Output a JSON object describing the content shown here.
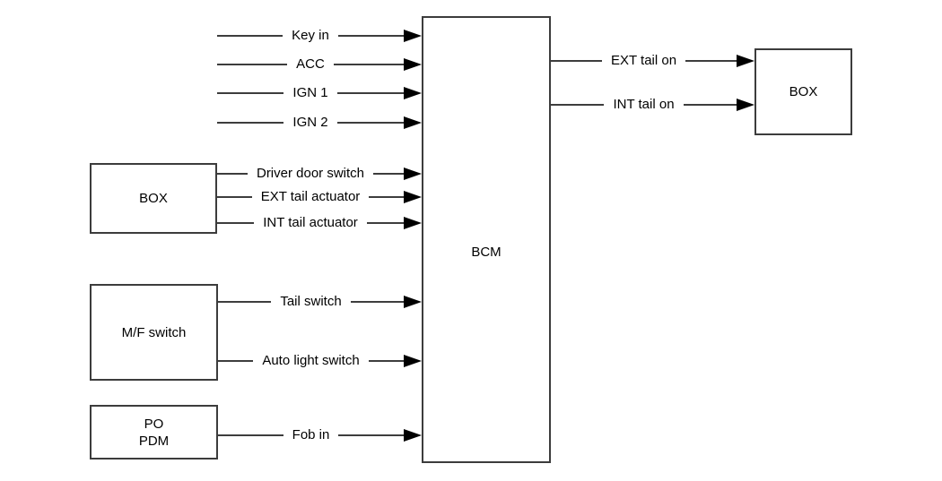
{
  "nodes": {
    "bcm": {
      "label": "BCM"
    },
    "left_box": {
      "label": "BOX"
    },
    "mf_switch": {
      "label": "M/F switch"
    },
    "po_pdm": {
      "line1": "PO",
      "line2": "PDM"
    },
    "right_box": {
      "label": "BOX"
    }
  },
  "signals": {
    "power_inputs": [
      "Key in",
      "ACC",
      "IGN 1",
      "IGN 2"
    ],
    "left_box_outputs": [
      "Driver door switch",
      "EXT tail actuator",
      "INT tail actuator"
    ],
    "mf_switch_outputs": [
      "Tail switch",
      "Auto light switch"
    ],
    "po_pdm_outputs": [
      "Fob in"
    ],
    "bcm_outputs": [
      "EXT tail on",
      "INT tail on"
    ]
  },
  "colors": {
    "wire": "#3d3d3d",
    "arrowhead": "#000000",
    "node_border": "#3c3c3c",
    "background": "#ffffff",
    "text": "#000000"
  }
}
